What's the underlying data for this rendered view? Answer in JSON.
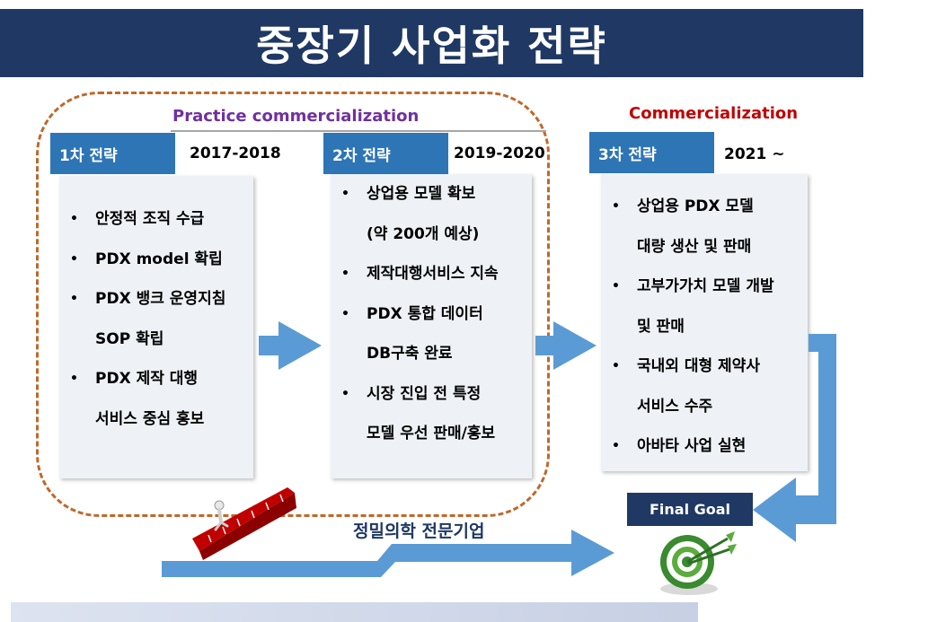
{
  "title": "중장기 사업화 전략",
  "practice_label": "Practice commercialization",
  "commercialization_label": "Commercialization",
  "steps": [
    {
      "tab": "1차 전략",
      "years": "2017-2018",
      "items": [
        [
          "안정적 조직 수급"
        ],
        [
          "PDX model 확립"
        ],
        [
          "PDX 뱅크 운영지침",
          "SOP  확립"
        ],
        [
          "PDX 제작 대행",
          "서비스 중심 홍보"
        ]
      ]
    },
    {
      "tab": "2차 전략",
      "years": "2019-2020",
      "items": [
        [
          "상업용 모델 확보",
          "(약 200개 예상)"
        ],
        [
          "제작대행서비스 지속"
        ],
        [
          "PDX 통합 데이터",
          "DB구축 완료"
        ],
        [
          "시장 진입 전 특정",
          "모델 우선 판매/홍보"
        ]
      ]
    },
    {
      "tab": "3차 전략",
      "years": "2021 ~",
      "items": [
        [
          "상업용 PDX 모델",
          "대량 생산 및 판매"
        ],
        [
          "고부가가치 모델 개발",
          "및 판매"
        ],
        [
          "국내외 대형 제약사",
          "서비스 수주"
        ],
        [
          "아바타 사업 실현"
        ]
      ]
    }
  ],
  "bullet": "•",
  "final_goal": "Final Goal",
  "bottom_label": "정밀의학 전문기업",
  "colors": {
    "navy": "#1f3864",
    "tab_blue": "#2e75b6",
    "arrow_blue": "#5b9bd5",
    "dashed": "#c0682a",
    "purple": "#7030a0",
    "red": "#c00000"
  }
}
